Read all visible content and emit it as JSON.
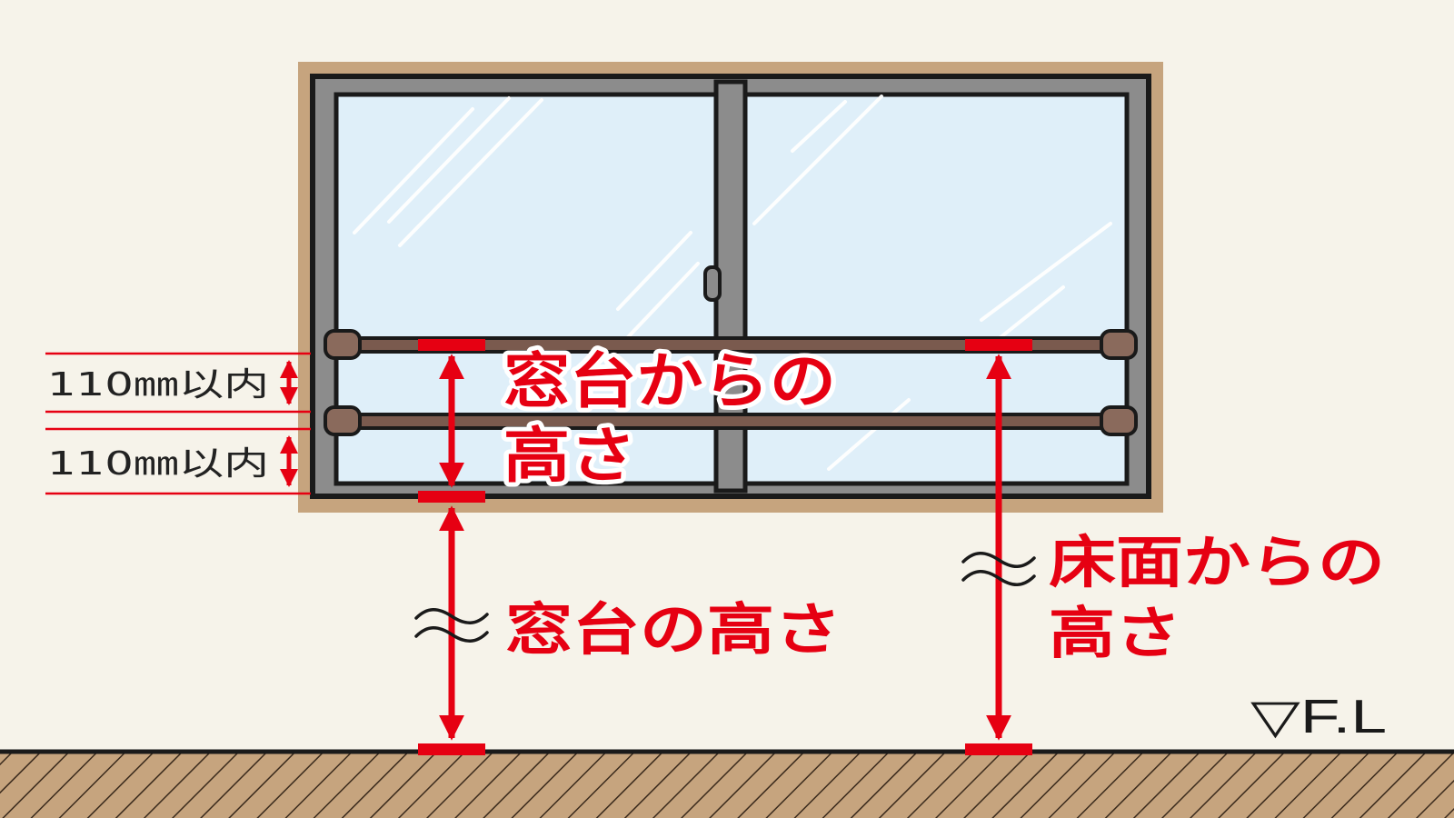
{
  "labels": {
    "sill_height_above": "窓台からの",
    "sill_height_below": "高さ",
    "sill_height": "窓台の高さ",
    "floor_height_above": "床面からの",
    "floor_height_below": "高さ",
    "spacing_upper": "110㎜以内",
    "spacing_lower": "110㎜以内",
    "floor_level": "▽F.L"
  },
  "colors": {
    "wall": "#f6f3ea",
    "floor": "#c6a47e",
    "window_trim": "#c6a47e",
    "frame": "#8c8c8c",
    "glass": "#dfeff9",
    "rail": "#7a5a4e",
    "accent": "#e60012",
    "outline": "#1a1a1a"
  }
}
